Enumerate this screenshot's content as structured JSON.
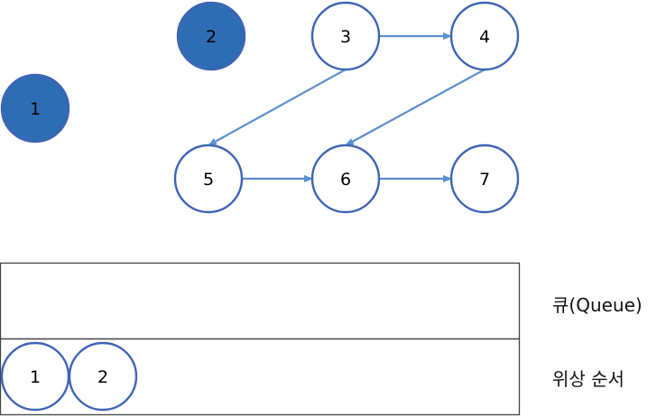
{
  "colors": {
    "node_stroke": "#3E64B6",
    "node_fill": "#FFFFFF",
    "visited_fill": "#2E6DB4",
    "edge": "#5B8FD1",
    "box_stroke": "#444444",
    "text": "#000000"
  },
  "graph": {
    "nodes": [
      {
        "id": "1",
        "label": "1",
        "visited": true
      },
      {
        "id": "2",
        "label": "2",
        "visited": true
      },
      {
        "id": "3",
        "label": "3",
        "visited": false
      },
      {
        "id": "4",
        "label": "4",
        "visited": false
      },
      {
        "id": "5",
        "label": "5",
        "visited": false
      },
      {
        "id": "6",
        "label": "6",
        "visited": false
      },
      {
        "id": "7",
        "label": "7",
        "visited": false
      }
    ],
    "edges": [
      {
        "from": "3",
        "to": "4"
      },
      {
        "from": "3",
        "to": "5"
      },
      {
        "from": "4",
        "to": "6"
      },
      {
        "from": "5",
        "to": "6"
      },
      {
        "from": "6",
        "to": "7"
      }
    ]
  },
  "queue": {
    "label": "큐(Queue)",
    "items": []
  },
  "topological_order": {
    "label": "위상 순서",
    "items": [
      "1",
      "2"
    ]
  }
}
